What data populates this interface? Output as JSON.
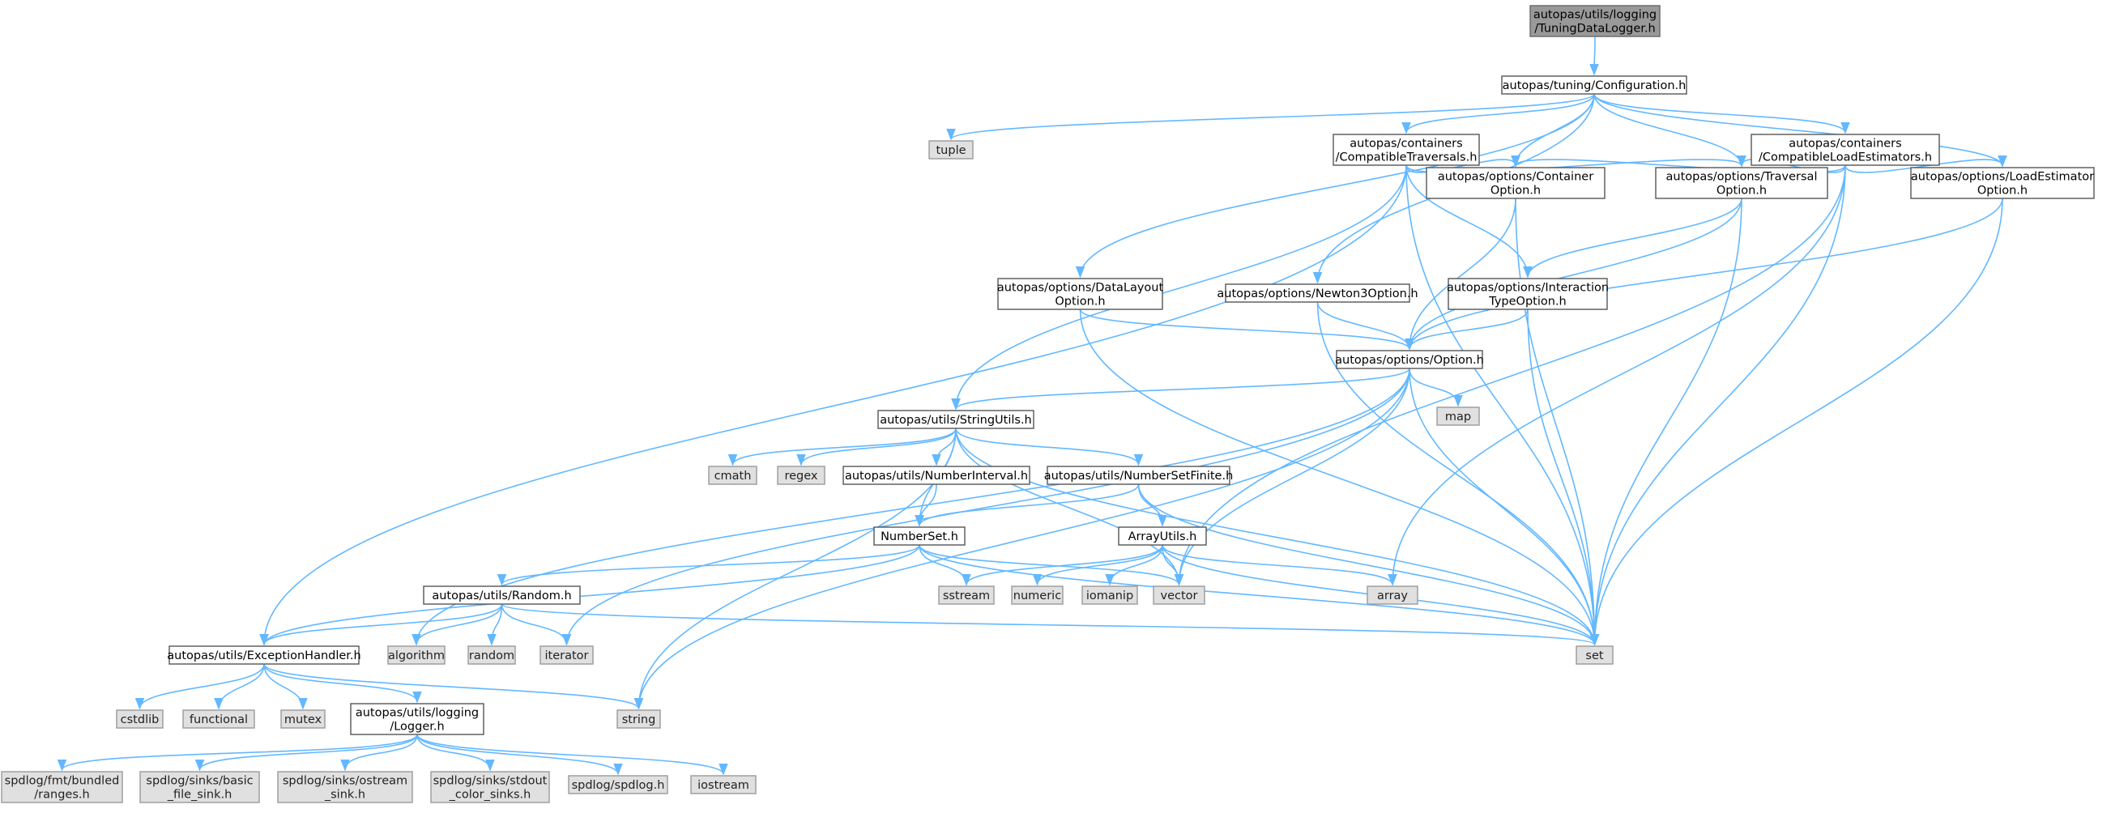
{
  "diagram": {
    "accent_colors": {
      "edge": "#63b8ff",
      "root_fill": "#999999",
      "external_fill": "#e0e0e0",
      "node_border": "#555555"
    },
    "nodes": [
      {
        "id": "root",
        "kind": "root",
        "lines": [
          "autopas/utils/logging",
          "/TuningDataLogger.h"
        ]
      },
      {
        "id": "config",
        "kind": "main",
        "lines": [
          "autopas/tuning/Configuration.h"
        ]
      },
      {
        "id": "tuple",
        "kind": "ext",
        "lines": [
          "tuple"
        ]
      },
      {
        "id": "compTrav",
        "kind": "main",
        "lines": [
          "autopas/containers",
          "/CompatibleTraversals.h"
        ]
      },
      {
        "id": "compLoad",
        "kind": "main",
        "lines": [
          "autopas/containers",
          "/CompatibleLoadEstimators.h"
        ]
      },
      {
        "id": "contOpt",
        "kind": "main",
        "lines": [
          "autopas/options/Container",
          "Option.h"
        ]
      },
      {
        "id": "travOpt",
        "kind": "main",
        "lines": [
          "autopas/options/Traversal",
          "Option.h"
        ]
      },
      {
        "id": "loadOpt",
        "kind": "main",
        "lines": [
          "autopas/options/LoadEstimator",
          "Option.h"
        ]
      },
      {
        "id": "dataOpt",
        "kind": "main",
        "lines": [
          "autopas/options/DataLayout",
          "Option.h"
        ]
      },
      {
        "id": "n3Opt",
        "kind": "main",
        "lines": [
          "autopas/options/Newton3Option.h"
        ]
      },
      {
        "id": "interOpt",
        "kind": "main",
        "lines": [
          "autopas/options/Interaction",
          "TypeOption.h"
        ]
      },
      {
        "id": "option",
        "kind": "main",
        "lines": [
          "autopas/options/Option.h"
        ]
      },
      {
        "id": "map",
        "kind": "ext",
        "lines": [
          "map"
        ]
      },
      {
        "id": "strUtils",
        "kind": "main",
        "lines": [
          "autopas/utils/StringUtils.h"
        ]
      },
      {
        "id": "cmath",
        "kind": "ext",
        "lines": [
          "cmath"
        ]
      },
      {
        "id": "regex",
        "kind": "ext",
        "lines": [
          "regex"
        ]
      },
      {
        "id": "numInt",
        "kind": "main",
        "lines": [
          "autopas/utils/NumberInterval.h"
        ]
      },
      {
        "id": "numSetFin",
        "kind": "main",
        "lines": [
          "autopas/utils/NumberSetFinite.h"
        ]
      },
      {
        "id": "numSet",
        "kind": "main",
        "lines": [
          "NumberSet.h"
        ]
      },
      {
        "id": "arrUtils",
        "kind": "main",
        "lines": [
          "ArrayUtils.h"
        ]
      },
      {
        "id": "random_h",
        "kind": "main",
        "lines": [
          "autopas/utils/Random.h"
        ]
      },
      {
        "id": "sstream",
        "kind": "ext",
        "lines": [
          "sstream"
        ]
      },
      {
        "id": "numeric",
        "kind": "ext",
        "lines": [
          "numeric"
        ]
      },
      {
        "id": "iomanip",
        "kind": "ext",
        "lines": [
          "iomanip"
        ]
      },
      {
        "id": "vector",
        "kind": "ext",
        "lines": [
          "vector"
        ]
      },
      {
        "id": "array",
        "kind": "ext",
        "lines": [
          "array"
        ]
      },
      {
        "id": "excHand",
        "kind": "main",
        "lines": [
          "autopas/utils/ExceptionHandler.h"
        ]
      },
      {
        "id": "algorithm",
        "kind": "ext",
        "lines": [
          "algorithm"
        ]
      },
      {
        "id": "random",
        "kind": "ext",
        "lines": [
          "random"
        ]
      },
      {
        "id": "iterator",
        "kind": "ext",
        "lines": [
          "iterator"
        ]
      },
      {
        "id": "set",
        "kind": "ext",
        "lines": [
          "set"
        ]
      },
      {
        "id": "cstdlib",
        "kind": "ext",
        "lines": [
          "cstdlib"
        ]
      },
      {
        "id": "functional",
        "kind": "ext",
        "lines": [
          "functional"
        ]
      },
      {
        "id": "mutex",
        "kind": "ext",
        "lines": [
          "mutex"
        ]
      },
      {
        "id": "logger",
        "kind": "main",
        "lines": [
          "autopas/utils/logging",
          "/Logger.h"
        ]
      },
      {
        "id": "string",
        "kind": "ext",
        "lines": [
          "string"
        ]
      },
      {
        "id": "fmtRanges",
        "kind": "ext",
        "lines": [
          "spdlog/fmt/bundled",
          "/ranges.h"
        ]
      },
      {
        "id": "basicSink",
        "kind": "ext",
        "lines": [
          "spdlog/sinks/basic",
          "_file_sink.h"
        ]
      },
      {
        "id": "ostreamSink",
        "kind": "ext",
        "lines": [
          "spdlog/sinks/ostream",
          "_sink.h"
        ]
      },
      {
        "id": "stdoutSink",
        "kind": "ext",
        "lines": [
          "spdlog/sinks/stdout",
          "_color_sinks.h"
        ]
      },
      {
        "id": "spdlog",
        "kind": "ext",
        "lines": [
          "spdlog/spdlog.h"
        ]
      },
      {
        "id": "iostream",
        "kind": "ext",
        "lines": [
          "iostream"
        ]
      }
    ],
    "edges": [
      [
        "root",
        "config"
      ],
      [
        "config",
        "tuple"
      ],
      [
        "config",
        "compTrav"
      ],
      [
        "config",
        "compLoad"
      ],
      [
        "config",
        "contOpt"
      ],
      [
        "config",
        "travOpt"
      ],
      [
        "config",
        "loadOpt"
      ],
      [
        "config",
        "dataOpt"
      ],
      [
        "config",
        "n3Opt"
      ],
      [
        "compTrav",
        "contOpt"
      ],
      [
        "compTrav",
        "travOpt"
      ],
      [
        "compTrav",
        "interOpt"
      ],
      [
        "compTrav",
        "strUtils"
      ],
      [
        "compTrav",
        "excHand"
      ],
      [
        "compTrav",
        "set"
      ],
      [
        "compLoad",
        "contOpt"
      ],
      [
        "compLoad",
        "travOpt"
      ],
      [
        "compLoad",
        "loadOpt"
      ],
      [
        "compLoad",
        "vector"
      ],
      [
        "compLoad",
        "array"
      ],
      [
        "compLoad",
        "set"
      ],
      [
        "contOpt",
        "option"
      ],
      [
        "contOpt",
        "set"
      ],
      [
        "travOpt",
        "option"
      ],
      [
        "travOpt",
        "interOpt"
      ],
      [
        "travOpt",
        "set"
      ],
      [
        "loadOpt",
        "option"
      ],
      [
        "loadOpt",
        "set"
      ],
      [
        "dataOpt",
        "option"
      ],
      [
        "dataOpt",
        "set"
      ],
      [
        "n3Opt",
        "option"
      ],
      [
        "n3Opt",
        "set"
      ],
      [
        "interOpt",
        "option"
      ],
      [
        "interOpt",
        "set"
      ],
      [
        "option",
        "map"
      ],
      [
        "option",
        "strUtils"
      ],
      [
        "option",
        "vector"
      ],
      [
        "option",
        "set"
      ],
      [
        "option",
        "string"
      ],
      [
        "option",
        "algorithm"
      ],
      [
        "option",
        "iterator"
      ],
      [
        "strUtils",
        "cmath"
      ],
      [
        "strUtils",
        "regex"
      ],
      [
        "strUtils",
        "numInt"
      ],
      [
        "strUtils",
        "numSetFin"
      ],
      [
        "strUtils",
        "numSet"
      ],
      [
        "strUtils",
        "vector"
      ],
      [
        "strUtils",
        "set"
      ],
      [
        "strUtils",
        "string"
      ],
      [
        "numInt",
        "numSet"
      ],
      [
        "numSetFin",
        "numSet"
      ],
      [
        "numSetFin",
        "arrUtils"
      ],
      [
        "numSetFin",
        "set"
      ],
      [
        "numSet",
        "random_h"
      ],
      [
        "numSet",
        "sstream"
      ],
      [
        "numSet",
        "vector"
      ],
      [
        "numSet",
        "set"
      ],
      [
        "numSet",
        "excHand"
      ],
      [
        "arrUtils",
        "sstream"
      ],
      [
        "arrUtils",
        "numeric"
      ],
      [
        "arrUtils",
        "iomanip"
      ],
      [
        "arrUtils",
        "vector"
      ],
      [
        "arrUtils",
        "array"
      ],
      [
        "arrUtils",
        "set"
      ],
      [
        "random_h",
        "excHand"
      ],
      [
        "random_h",
        "algorithm"
      ],
      [
        "random_h",
        "random"
      ],
      [
        "random_h",
        "iterator"
      ],
      [
        "random_h",
        "set"
      ],
      [
        "excHand",
        "cstdlib"
      ],
      [
        "excHand",
        "functional"
      ],
      [
        "excHand",
        "mutex"
      ],
      [
        "excHand",
        "logger"
      ],
      [
        "excHand",
        "string"
      ],
      [
        "logger",
        "fmtRanges"
      ],
      [
        "logger",
        "basicSink"
      ],
      [
        "logger",
        "ostreamSink"
      ],
      [
        "logger",
        "stdoutSink"
      ],
      [
        "logger",
        "spdlog"
      ],
      [
        "logger",
        "iostream"
      ]
    ]
  }
}
